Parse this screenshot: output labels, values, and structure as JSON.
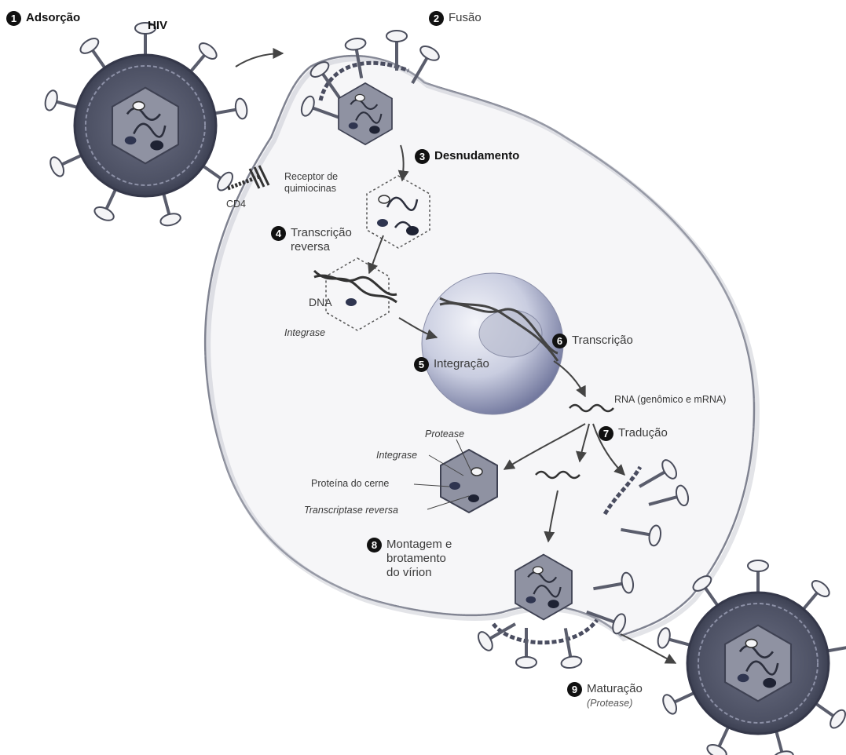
{
  "labels": {
    "hiv": "HIV",
    "receptor": "Receptor de\nquimiocinas",
    "cd4": "CD4",
    "dna": "DNA",
    "integrase_dna": "Integrase",
    "rna": "RNA (genômico e mRNA)",
    "protease": "Protease",
    "integrase": "Integrase",
    "core_protein": "Proteína do cerne",
    "reverse_transcriptase": "Transcriptase reversa"
  },
  "steps": [
    {
      "number": "1",
      "text": "Adsorção"
    },
    {
      "number": "2",
      "text": "Fusão"
    },
    {
      "number": "3",
      "text": "Desnudamento"
    },
    {
      "number": "4",
      "text": "Transcrição\nreversa"
    },
    {
      "number": "5",
      "text": "Integração"
    },
    {
      "number": "6",
      "text": "Transcrição"
    },
    {
      "number": "7",
      "text": "Tradução"
    },
    {
      "number": "8",
      "text": "Montagem e\nbrotamento\ndo vírion"
    },
    {
      "number": "9",
      "text": "Maturação",
      "sub": "(Protease)"
    }
  ],
  "colors": {
    "membrane": "#7f8290",
    "cell_fill": "#f6f6f8",
    "virus_body": "#4f5366",
    "capsid": "#8e90a0",
    "nucleus_dark": "#7d83a8",
    "nucleus_light": "#e3e5ef"
  }
}
